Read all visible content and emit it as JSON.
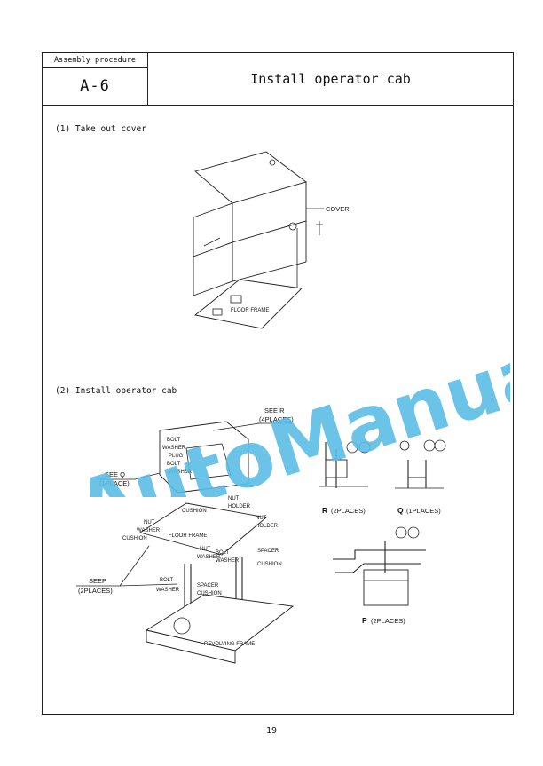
{
  "header": {
    "label": "Assembly procedure",
    "code": "A-6",
    "title": "Install operator cab"
  },
  "steps": {
    "step1": "(1) Take out cover",
    "step2": "(2) Install operator cab"
  },
  "figure1": {
    "cover": "COVER",
    "floor_frame": "FLOOR FRAME"
  },
  "figure2": {
    "see_r": "SEE R",
    "see_r_places": "(4PLACES)",
    "see_q": "SEE Q",
    "see_q_place": "(1PLACE)",
    "see_p": "SEEP",
    "see_p_places": "(2PLACES)",
    "bolt": "BOLT",
    "washer": "WASHER",
    "plug": "PLUG",
    "nut": "NUT",
    "holder": "HOLDER",
    "cushion": "CUSHION",
    "floor_frame": "FLOOR FRAME",
    "spacer": "SPACER",
    "revolving_frame": "REVOLVING FRAME"
  },
  "details": {
    "r_letter": "R",
    "r_places": "(2PLACES)",
    "q_letter": "Q",
    "q_places": "(1PLACES)",
    "p_letter": "P",
    "p_places": "(2PLACES)"
  },
  "watermark": "AutoManual",
  "page_number": "19",
  "colors": {
    "watermark": "#5bbde6",
    "line": "#222222"
  }
}
